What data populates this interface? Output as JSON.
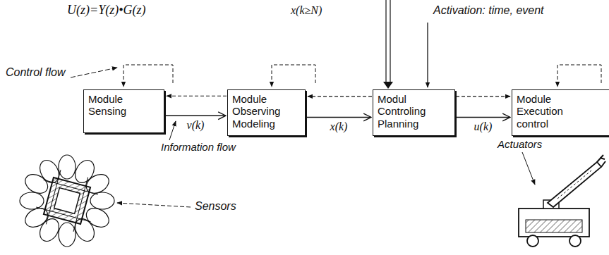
{
  "diagram": {
    "nodes": [
      {
        "text": [
          "Module Sensing"
        ]
      },
      {
        "text": [
          "Module Observing Modeling"
        ]
      },
      {
        "text": [
          "Modul Controling Planning"
        ]
      },
      {
        "text": [
          "Module Execution control"
        ]
      }
    ],
    "edges": [
      {
        "from": 0,
        "to": 1,
        "label": "v(k)",
        "arrow": "to"
      },
      {
        "from": 1,
        "to": 2,
        "label": "x(k)",
        "arrow": "to"
      },
      {
        "from": 2,
        "to": 3,
        "label": "u(k)",
        "arrow": "to"
      },
      {
        "from": 1,
        "to": 0,
        "arrow": "to"
      },
      {
        "from": 2,
        "to": 1,
        "arrow": "to"
      },
      {
        "from": 2,
        "to": 3,
        "arrow": "to"
      }
    ],
    "labels": [
      "U(z)=Y(z)•G(z)",
      "x(k≥N)",
      "Activation: time, event",
      "Control flow",
      "Information flow",
      "Sensors",
      "Actuators"
    ]
  }
}
